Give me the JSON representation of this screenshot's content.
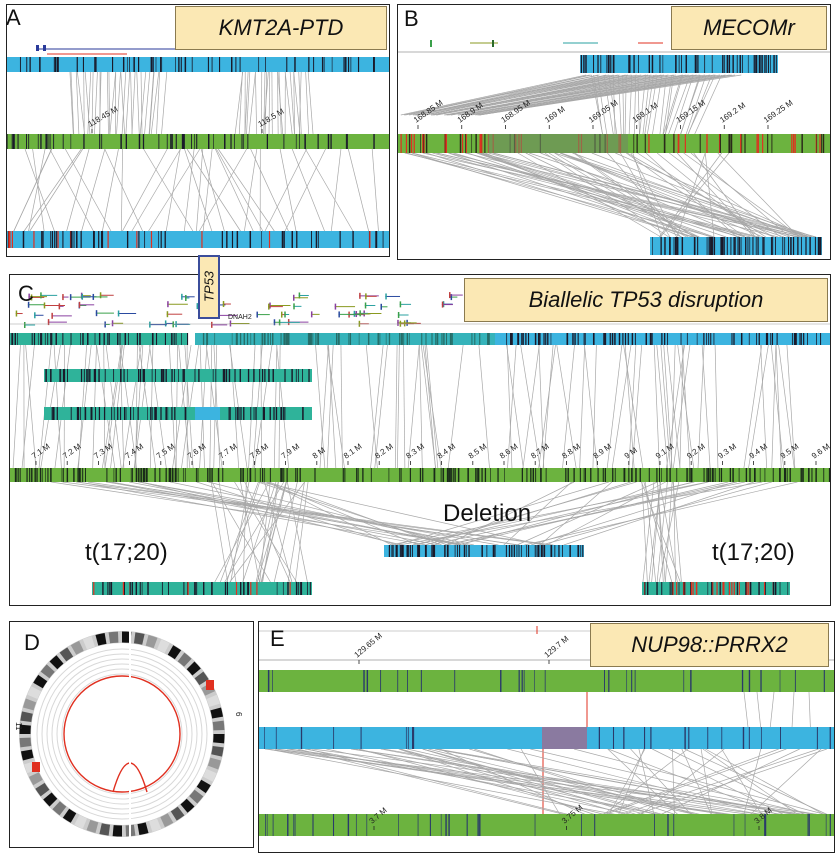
{
  "panels": {
    "A": {
      "letter": "A",
      "title": "KMT2A-PTD",
      "ticks": [
        "118.45 M",
        "118.5 M"
      ]
    },
    "B": {
      "letter": "B",
      "title": "MECOMr",
      "ticks": [
        "168.85 M",
        "168.9 M",
        "168.95 M",
        "169 M",
        "169.05 M",
        "169.1 M",
        "169.15 M",
        "169.2 M",
        "169.25 M"
      ]
    },
    "C": {
      "letter": "C",
      "title": "Biallelic TP53 disruption",
      "gene_box": "TP53",
      "gene_label": "DNAH2",
      "deletion_label": "Deletion",
      "translocation_left": "t(17;20)",
      "translocation_right": "t(17;20)",
      "ticks": [
        "7.1 M",
        "7.2 M",
        "7.3 M",
        "7.4 M",
        "7.5 M",
        "7.6 M",
        "7.7 M",
        "7.8 M",
        "7.9 M",
        "8 M",
        "8.1 M",
        "8.2 M",
        "8.3 M",
        "8.4 M",
        "8.5 M",
        "8.6 M",
        "8.7 M",
        "8.8 M",
        "8.9 M",
        "9 M",
        "9.1 M",
        "9.2 M",
        "9.3 M",
        "9.4 M",
        "9.5 M",
        "9.6 M"
      ]
    },
    "D": {
      "letter": "D",
      "circos_left_label": "11",
      "circos_right_label": "6"
    },
    "E": {
      "letter": "E",
      "title": "NUP98::PRRX2",
      "ticks_top": [
        "129.65 M",
        "129.7 M"
      ],
      "ticks_bottom": [
        "3.7 M",
        "3.75 M",
        "3.8 M"
      ]
    }
  },
  "colors": {
    "map_blue": "#3cb4e0",
    "ref_green": "#6cb33f",
    "teal": "#2fb39a",
    "red": "#e03020",
    "align_gray": "#a8a8a8",
    "purple": "#8a7aa0",
    "title_bg": "#fbe8b4"
  }
}
